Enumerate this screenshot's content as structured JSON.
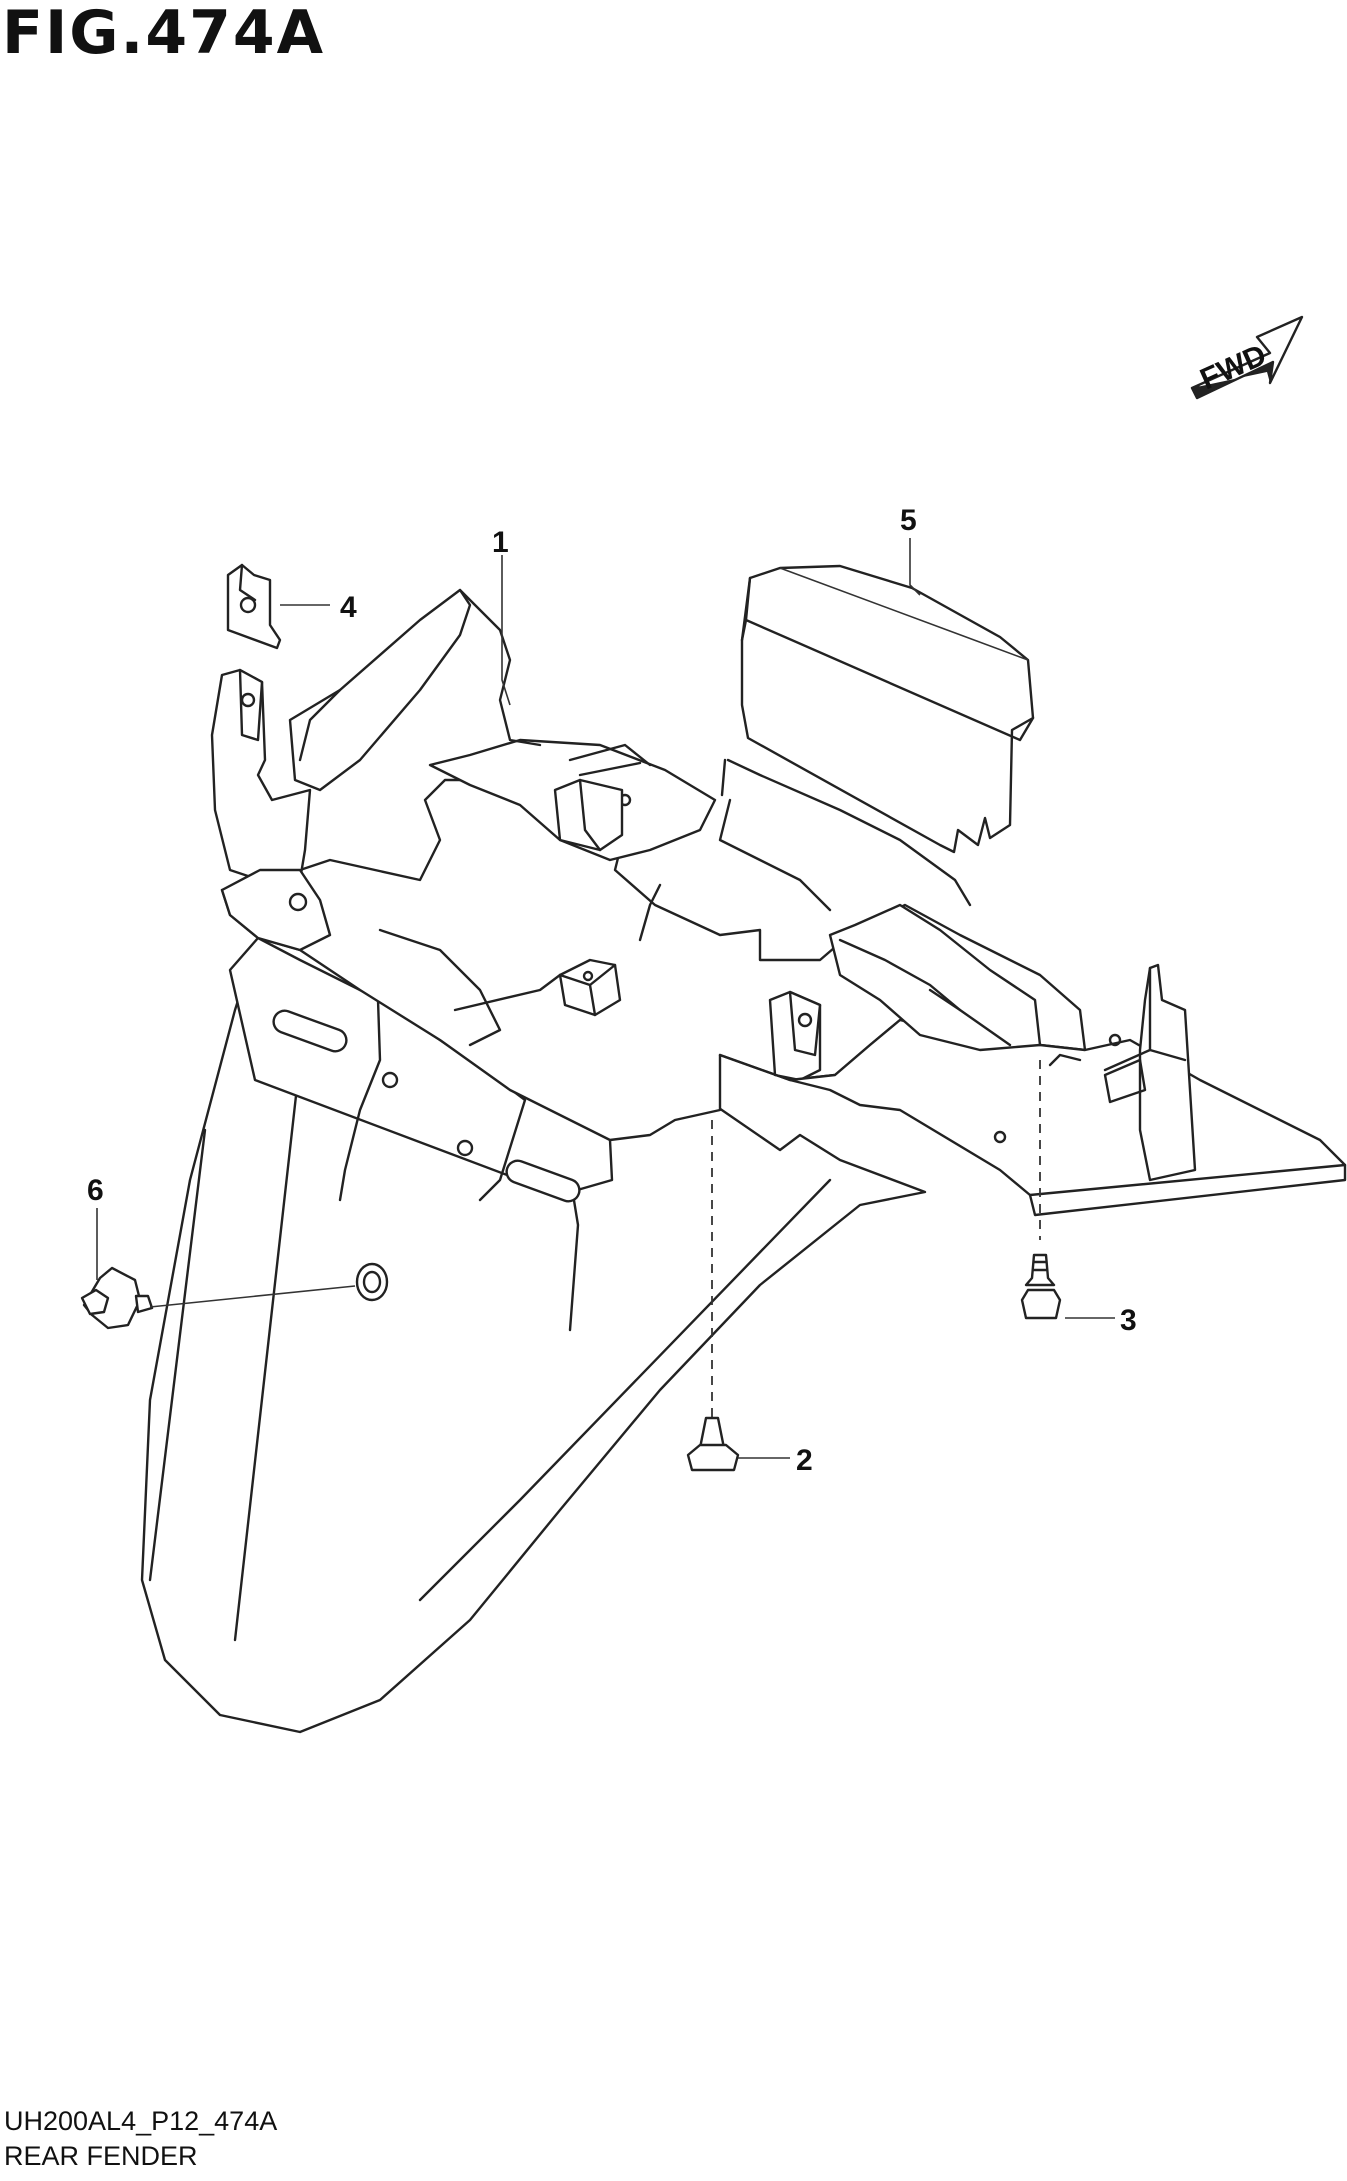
{
  "figure": {
    "title": "FIG.474A",
    "code": "UH200AL4_P12_474A",
    "name": "REAR FENDER"
  },
  "direction_badge": {
    "label": "FWD",
    "icon": "fwd-arrow-icon"
  },
  "callouts": [
    {
      "number": "1",
      "part": "rear-fender"
    },
    {
      "number": "2",
      "part": "clip"
    },
    {
      "number": "3",
      "part": "bolt"
    },
    {
      "number": "4",
      "part": "bracket-nut"
    },
    {
      "number": "5",
      "part": "fender-cover"
    },
    {
      "number": "6",
      "part": "screw"
    }
  ],
  "colors": {
    "line": "#222222",
    "background": "#ffffff"
  }
}
